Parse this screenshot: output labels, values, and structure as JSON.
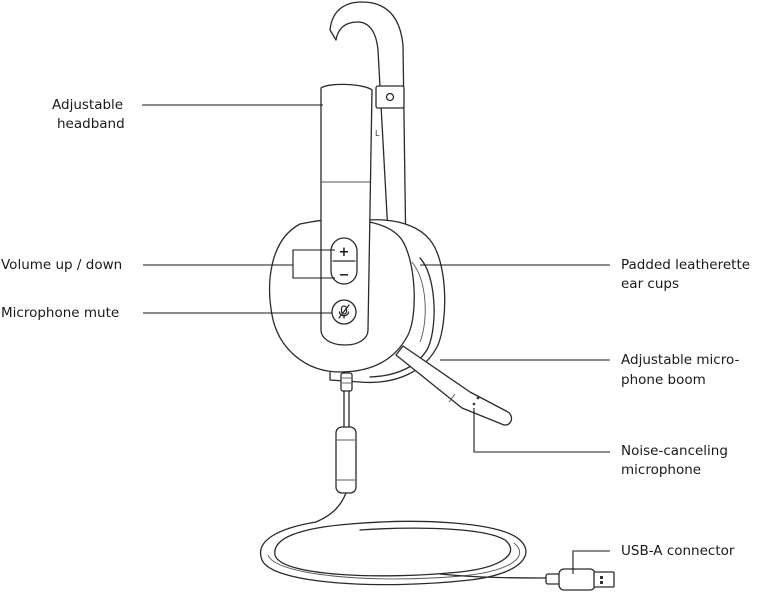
{
  "labels": {
    "headband_1": "Adjustable",
    "headband_2": "headband",
    "volume": "Volume up / down",
    "mute": "Microphone mute",
    "earcups_1": "Padded leatherette",
    "earcups_2": "ear cups",
    "boom_1": "Adjustable micro-",
    "boom_2": "phone boom",
    "mic_1": "Noise-canceling",
    "mic_2": "microphone",
    "usb": "USB-A connector"
  },
  "headband_side_mark": "L",
  "buttons": {
    "plus": "+",
    "minus": "−"
  },
  "icons": {
    "mute": "mic-mute-icon"
  }
}
